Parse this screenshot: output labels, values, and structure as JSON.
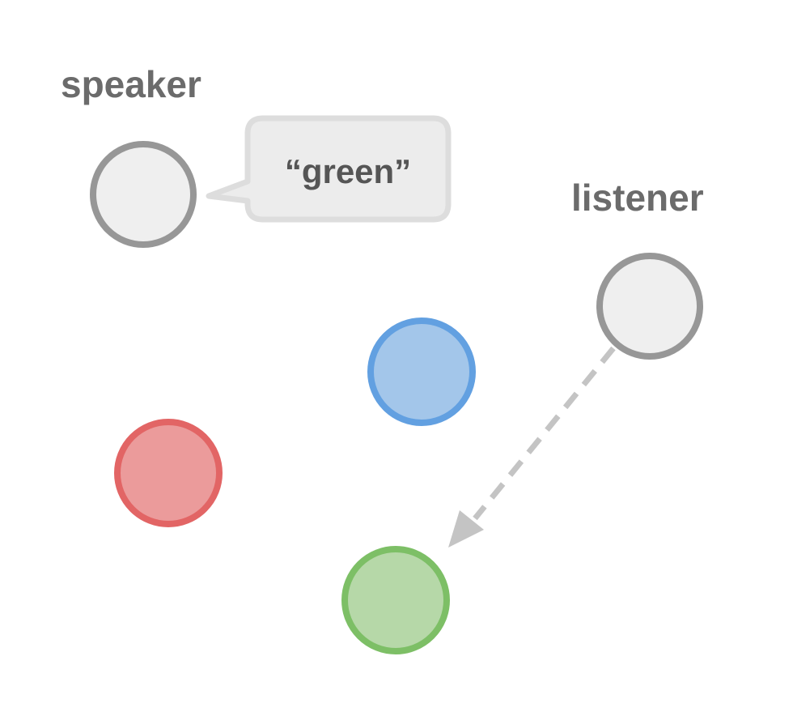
{
  "agents": {
    "speaker": {
      "label": "speaker"
    },
    "listener": {
      "label": "listener"
    }
  },
  "utterance": {
    "text": "“green”"
  },
  "colors": {
    "agent_fill": "#efefef",
    "agent_stroke": "#979797",
    "bubble_fill": "#ececec",
    "bubble_stroke": "#dddddd",
    "arrow": "#c4c4c4",
    "red_fill": "#eb9b9b",
    "red_stroke": "#e26565",
    "blue_fill": "#a3c6ea",
    "blue_stroke": "#62a0e1",
    "green_fill": "#b6d8a8",
    "green_stroke": "#7dbf66"
  },
  "targets": [
    "red",
    "blue",
    "green"
  ],
  "pointed_target": "green"
}
